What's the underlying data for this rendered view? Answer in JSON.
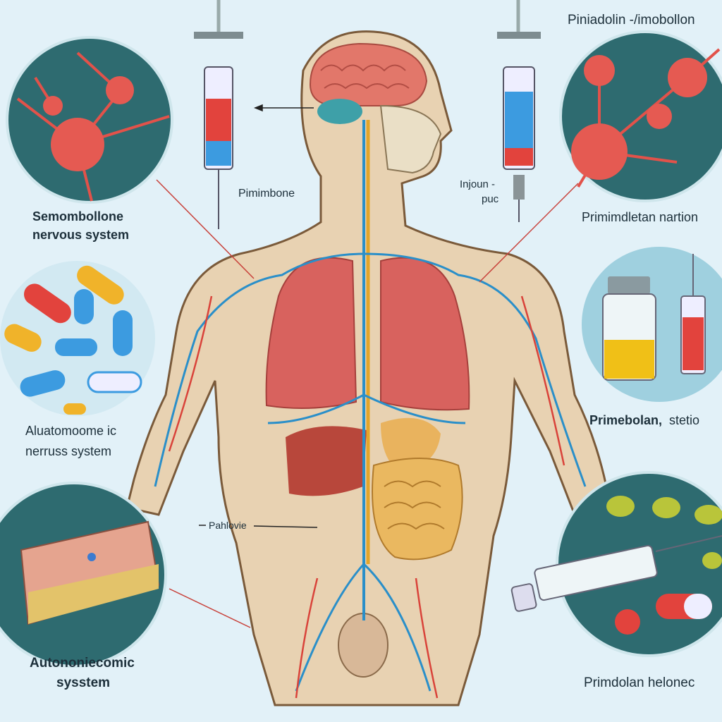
{
  "labels": {
    "top_right": "Piniadolin -/imobollon",
    "top_left_line1": "Semombollone",
    "top_left_line2": "nervous system",
    "neck_left": "Pimimbone",
    "neck_right_line1": "Injoun -",
    "neck_right_line2": "puc",
    "right_upper": "Primimdletan nartion",
    "left_mid_line1": "Aluatomoome ic",
    "left_mid_line2": "nerruss system",
    "right_mid": "Primebolan,",
    "right_mid_suffix": "stetio",
    "abdomen": "Pahlovie",
    "bottom_left_line1": "Autononiecomic",
    "bottom_left_line2": "sysstem",
    "bottom_right": "Primdolan helonec"
  },
  "colors": {
    "background": "#e2f1f8",
    "teal_circle": "#2e6b70",
    "skin": "#e6cfae",
    "nerve": "#2a8fc9",
    "vessel": "#d9433a",
    "lung": "#d9645f",
    "spine": "#e3a52a"
  }
}
